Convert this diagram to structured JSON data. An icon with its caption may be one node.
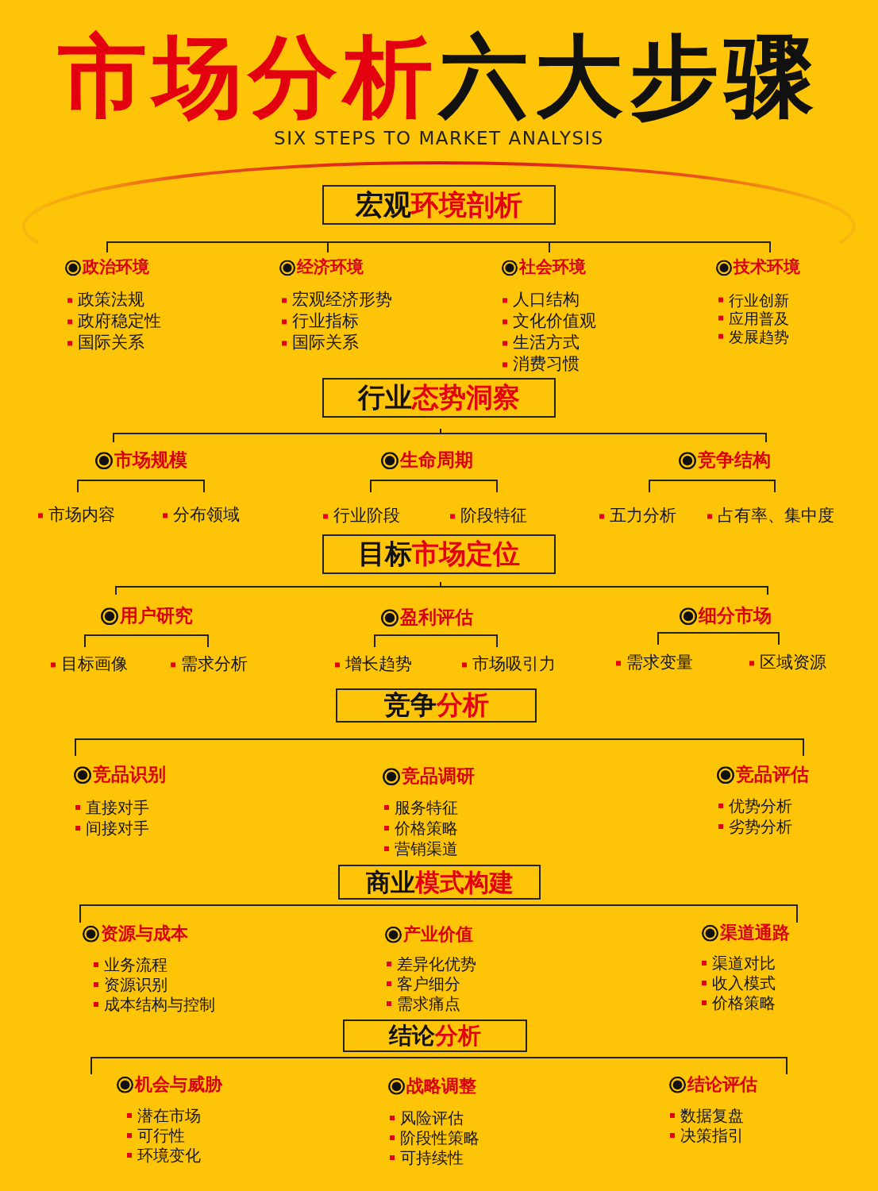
{
  "diagram": {
    "title": "**市场分析**六大步骤",
    "nodes": [
      {
        "text": [
          "宏观**环境剖析**"
        ]
      },
      {
        "text": [
          "行业**态势洞察**"
        ]
      },
      {
        "text": [
          "目标**市场定位**"
        ]
      },
      {
        "text": [
          "竞争**分析**"
        ]
      },
      {
        "text": [
          "商业**模式构建**"
        ]
      },
      {
        "text": [
          "结论**分析**"
        ]
      }
    ],
    "labels": [
      "SIX STEPS TO MARKET ANALYSIS",
      "政治环境",
      "政策法规",
      "政府稳定性",
      "国际关系",
      "经济环境",
      "宏观经济形势",
      "行业指标",
      "国际关系",
      "社会环境",
      "人口结构",
      "文化价值观",
      "生活方式",
      "消费习惯",
      "技术环境",
      "行业创新",
      "应用普及",
      "发展趋势",
      "市场规模",
      "市场内容",
      "分布领域",
      "生命周期",
      "行业阶段",
      "阶段特征",
      "竞争结构",
      "五力分析",
      "占有率、集中度",
      "用户研究",
      "目标画像",
      "需求分析",
      "盈利评估",
      "增长趋势",
      "市场吸引力",
      "细分市场",
      "需求变量",
      "区域资源",
      "竞品识别",
      "直接对手",
      "间接对手",
      "竞品调研",
      "服务特征",
      "价格策略",
      "营销渠道",
      "竞品评估",
      "优势分析",
      "劣势分析",
      "资源与成本",
      "业务流程",
      "资源识别",
      "成本结构与控制",
      "产业价值",
      "差异化优势",
      "客户细分",
      "需求痛点",
      "渠道通路",
      "渠道对比",
      "收入模式",
      "价格策略",
      "机会与威胁",
      "潜在市场",
      "可行性",
      "环境变化",
      "战略调整",
      "风险评估",
      "阶段性策略",
      "可持续性",
      "结论评估",
      "数据复盘",
      "决策指引"
    ]
  }
}
